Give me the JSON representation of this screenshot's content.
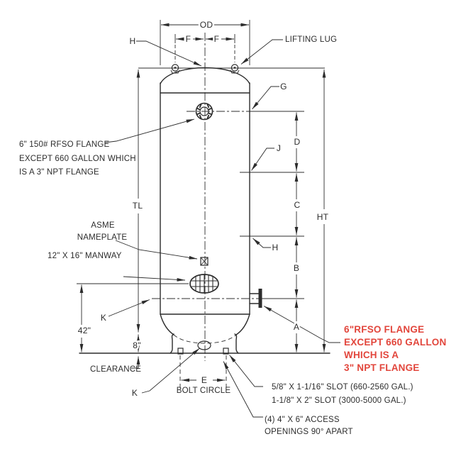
{
  "drawing": {
    "colors": {
      "ink": "#2c2c2c",
      "accent_red": "#e2463c",
      "background": "#ffffff"
    },
    "dim_labels": {
      "od": "OD",
      "f_left": "F",
      "f_right": "F",
      "h_top": "H",
      "tl": "TL",
      "ht": "HT",
      "g": "G",
      "j": "J",
      "d": "D",
      "c": "C",
      "h_mid": "H",
      "b": "B",
      "a": "A",
      "k_mid": "K",
      "k_bottom": "K",
      "e": "E",
      "manway_height": "42\"",
      "skirt_height": "8\""
    },
    "annotations": {
      "lifting_lug": "LIFTING LUG",
      "top_flange_note": [
        "6\" 150# RFSO FLANGE",
        "EXCEPT 660 GALLON WHICH",
        "IS A 3\" NPT FLANGE"
      ],
      "nameplate": [
        "ASME",
        "NAMEPLATE"
      ],
      "manway": "12\" X 16\" MANWAY",
      "clearance": "CLEARANCE",
      "bolt_circle": "BOLT CIRCLE",
      "side_flange_note": [
        "6\"RFSO FLANGE",
        "EXCEPT 660 GALLON",
        "WHICH IS A",
        "3\" NPT FLANGE"
      ],
      "slot_note": [
        "5/8\" X 1-1/16\" SLOT (660-2560 GAL.)",
        "1-1/8\" X 2\" SLOT (3000-5000 GAL.)"
      ],
      "access_note": [
        "(4) 4\" X 6\" ACCESS",
        "OPENINGS 90° APART"
      ]
    }
  }
}
